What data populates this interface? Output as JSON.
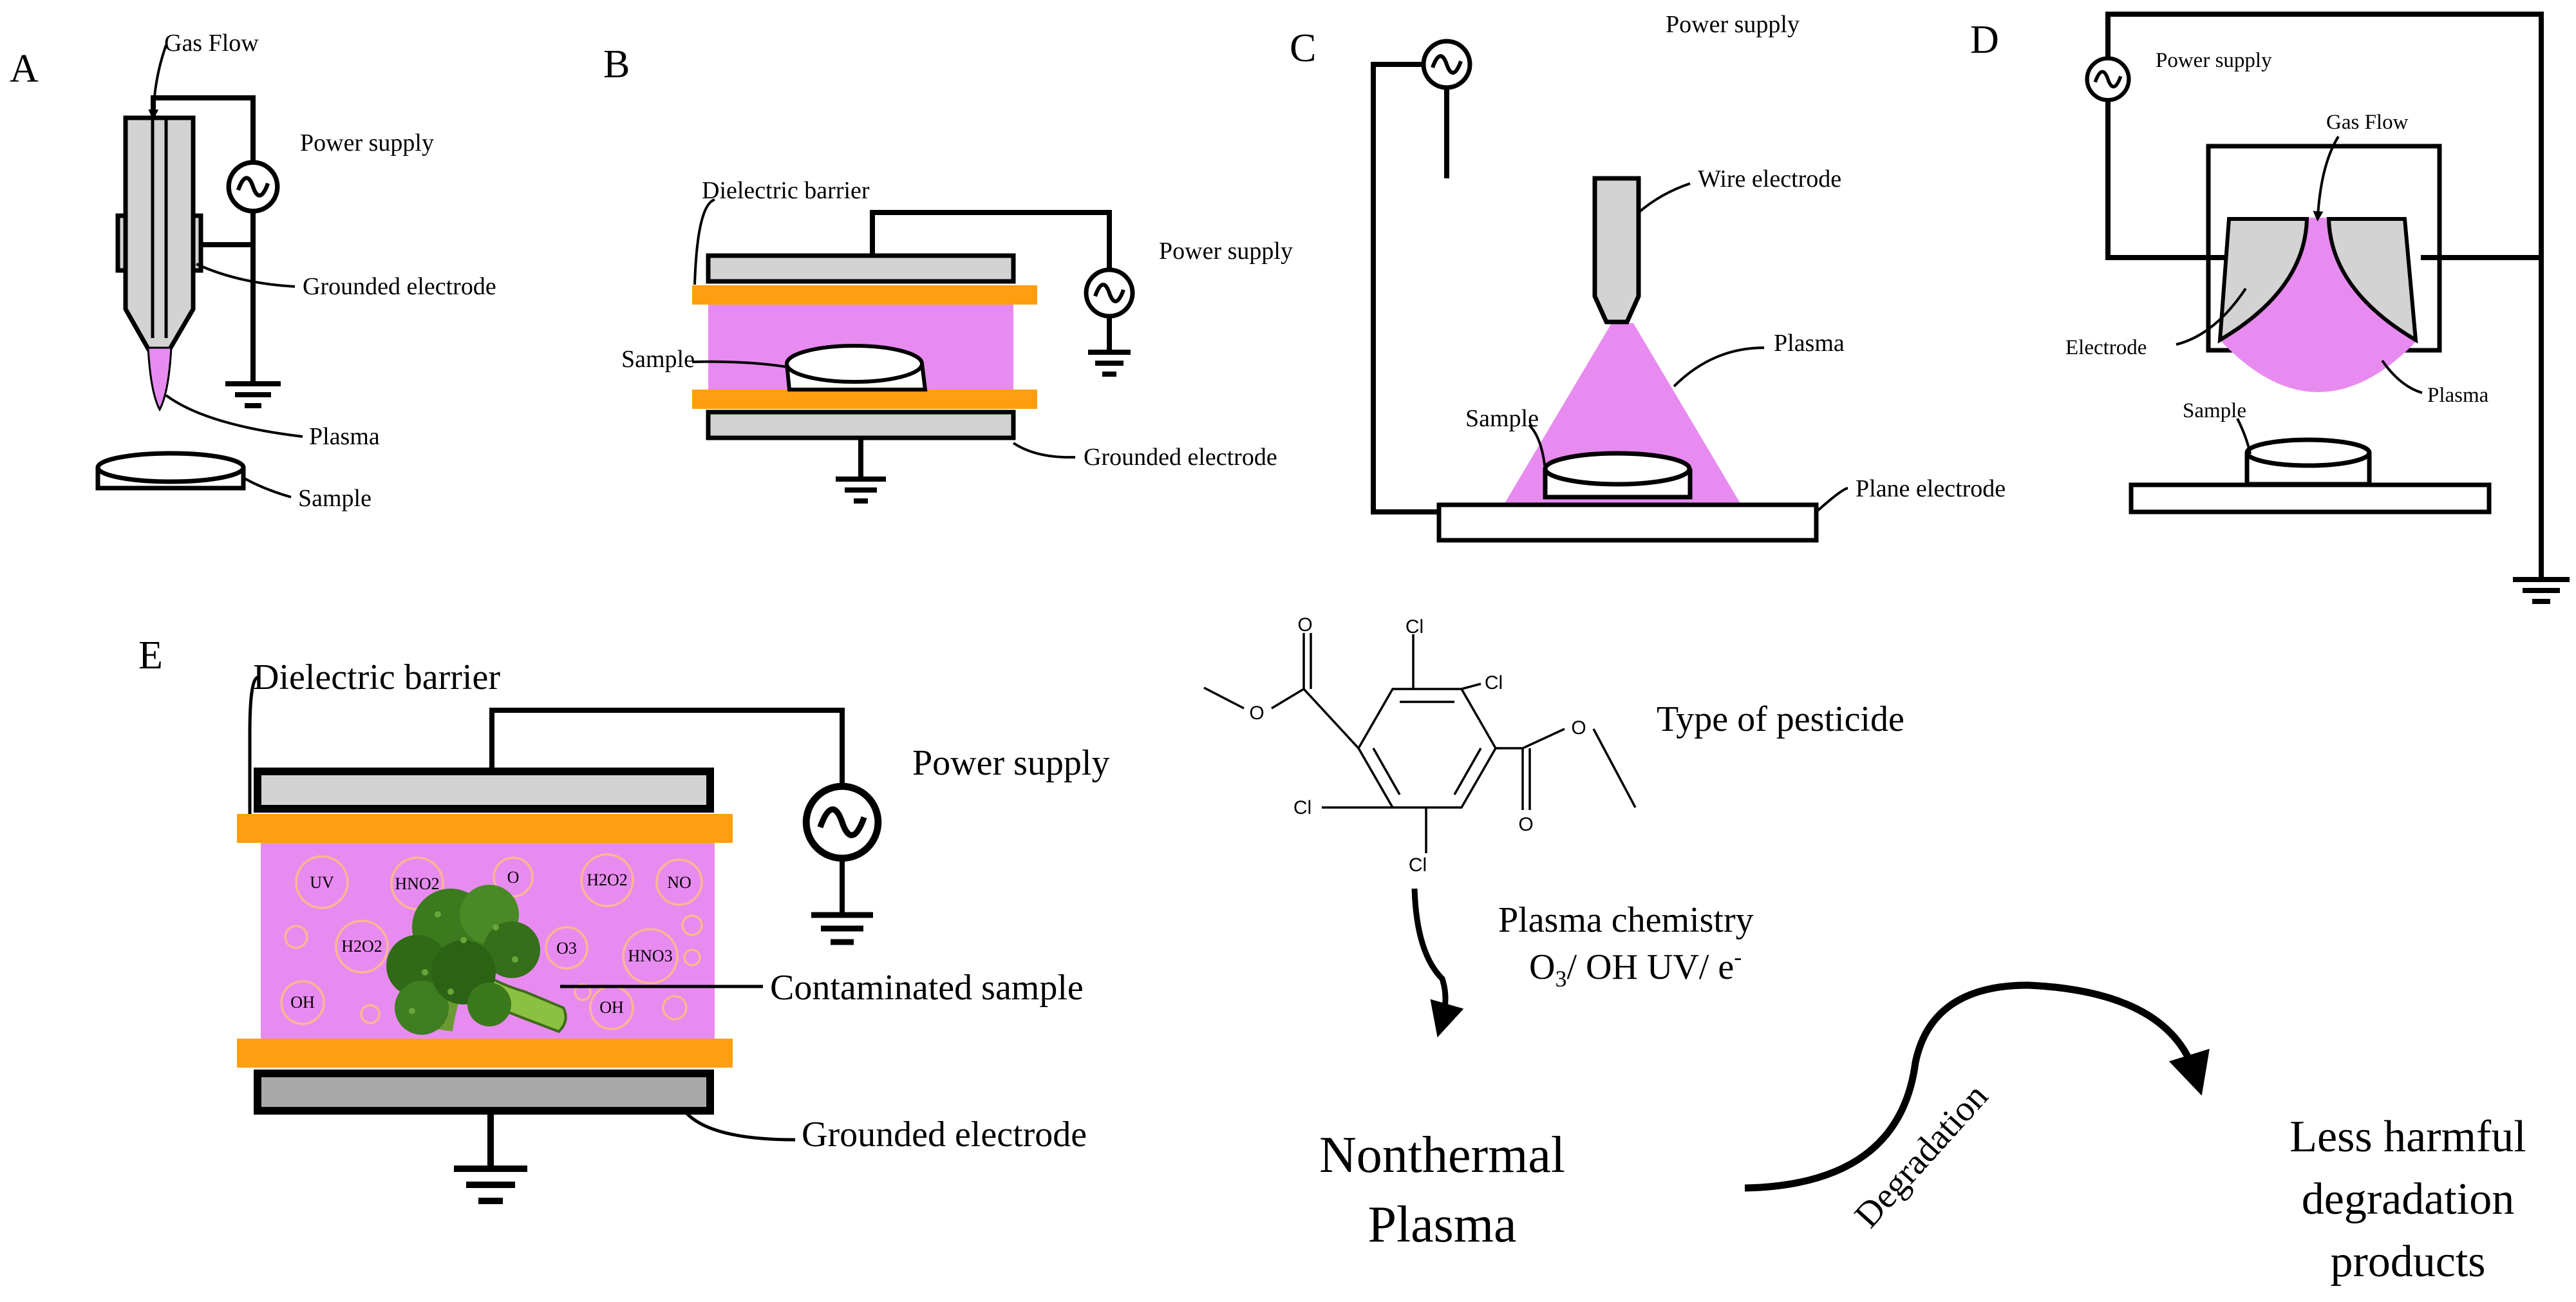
{
  "panels": {
    "a": {
      "letter": "A",
      "gas_flow": "Gas Flow",
      "power_supply": "Power supply",
      "grounded_electrode": "Grounded electrode",
      "plasma": "Plasma",
      "sample": "Sample"
    },
    "b": {
      "letter": "B",
      "dielectric_barrier": "Dielectric barrier",
      "power_supply": "Power supply",
      "sample": "Sample",
      "grounded_electrode": "Grounded electrode"
    },
    "c": {
      "letter": "C",
      "power_supply": "Power supply",
      "wire_electrode": "Wire electrode",
      "plasma": "Plasma",
      "sample": "Sample",
      "plane_electrode": "Plane electrode"
    },
    "d": {
      "letter": "D",
      "power_supply": "Power supply",
      "gas_flow": "Gas Flow",
      "electrode": "Electrode",
      "plasma": "Plasma",
      "sample": "Sample"
    },
    "e": {
      "letter": "E",
      "dielectric_barrier": "Dielectric barrier",
      "power_supply": "Power supply",
      "contaminated_sample": "Contaminated sample",
      "grounded_electrode": "Grounded electrode",
      "species": [
        "UV",
        "HNO2",
        "O",
        "H2O2",
        "NO",
        "H2O2",
        "O3",
        "HNO3",
        "OH",
        "OH"
      ]
    }
  },
  "pesticide": {
    "type_label": "Type of pesticide",
    "atoms": [
      "O",
      "Cl",
      "Cl",
      "O",
      "Cl",
      "O",
      "Cl",
      "O"
    ]
  },
  "flow": {
    "plasma_chemistry_line1": "Plasma chemistry",
    "plasma_chemistry_line2": "O3/ OH UV/ e-",
    "nonthermal_line1": "Nonthermal",
    "nonthermal_line2": "Plasma",
    "degradation": "Degradation",
    "products_line1": "Less harmful",
    "products_line2": "degradation",
    "products_line3": "products"
  },
  "colors": {
    "plasma": "#e88bf0",
    "dielectric": "#ff9e10",
    "electrode": "#d3d3d3",
    "bubble": "#f7b890"
  }
}
